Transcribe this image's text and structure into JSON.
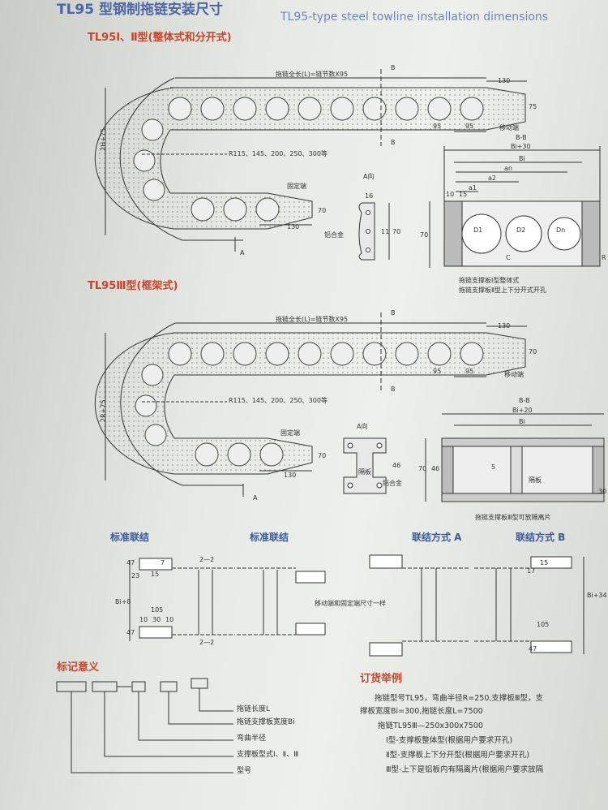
{
  "header": {
    "title_cn": "TL95 型钢制拖链安装尺寸",
    "title_en": "TL95-type steel towline installation dimensions"
  },
  "section1": {
    "title": "TL95Ⅰ、Ⅱ型(整体式和分开式)",
    "total_length": "拖链全长(L)=链节数X95",
    "b_marker": "B",
    "dim_130_top": "130",
    "dim_75": "75",
    "dim_95a": "95",
    "dim_95b": "95",
    "moving_end": "移动端",
    "height": "2H+75",
    "radius": "R115、145、200、250、300等",
    "fixed_end": "固定端",
    "dim_70": "70",
    "dim_130_bottom": "130",
    "a_marker": "A",
    "a_view": "A向",
    "dim_16": "16",
    "dim_70v": "70",
    "dim_11": "11",
    "alloy": "铝合金",
    "bb": "B-B",
    "bi30": "Bi+30",
    "bi": "Bi",
    "an": "an",
    "a2": "a2",
    "a1": "a1",
    "d10": "10",
    "d15": "15",
    "d70": "70",
    "D1": "D1",
    "D2": "D2",
    "Dn": "Dn",
    "C": "C",
    "R": "R",
    "note1": "拖链支撑板Ⅰ型整体式",
    "note2": "拖链支撑板Ⅱ型上下分开式开孔"
  },
  "section2": {
    "title": "TL95Ⅲ型(框架式)",
    "total_length": "拖链全长(L)=链节数X95",
    "b_marker": "B",
    "dim_130_top": "130",
    "dim_70": "70",
    "dim_95a": "95",
    "dim_95b": "95",
    "moving_end": "移动端",
    "height": "2R+75",
    "radius": "R115、145、200、250、300等",
    "fixed_end": "固定端",
    "dim_70b": "70",
    "dim_130_bottom": "130",
    "a_marker": "A",
    "a_view": "A向",
    "partition": "隔板",
    "dim_46": "46",
    "alloy": "铝合金",
    "bb": "B-B",
    "bi20": "Bi+20",
    "bi": "Bi",
    "d70": "70",
    "d46": "46",
    "d5": "5",
    "sep": "隔板",
    "d30": "30",
    "note": "拖链支撑板Ⅲ型可放隔离片"
  },
  "connections": {
    "std1": "标准联结",
    "std2": "标准联结",
    "modeA": "联结方式 A",
    "modeB": "联结方式 B",
    "d23": "23",
    "d47a": "47",
    "d7": "7",
    "d15": "15",
    "d105": "105",
    "d10": "10",
    "d30": "30",
    "d10b": "10",
    "bi8": "Bi+8",
    "d47b": "47",
    "note_same": "移动端和固定端尺寸一样",
    "bi34": "Bi+34",
    "d105b": "105",
    "d15b": "15",
    "d17": "17",
    "d47c": "47",
    "s22": "2—2"
  },
  "marking": {
    "title": "标记意义",
    "l1": "拖链长度L",
    "l2": "拖链支撑板宽度Bi",
    "l3": "弯曲半径",
    "l4": "支撑板型式Ⅰ、Ⅱ、Ⅲ",
    "l5": "型号"
  },
  "order": {
    "title": "订货举例",
    "line1": "拖链型号TL95，弯曲半径R=250,支撑板Ⅲ型，支",
    "line2": "撑板宽度Bi=300,拖链长度L=7500",
    "line3": "拖链TL95Ⅲ—250x300x7500",
    "line4": "Ⅰ型-支撑板整体型(根据用户要求开孔)",
    "line5": "Ⅱ型-支撑板上下分开型(根据用户要求开孔)",
    "line6": "Ⅲ型-上下是铝板内有隔离片(根据用户要求放隔"
  }
}
